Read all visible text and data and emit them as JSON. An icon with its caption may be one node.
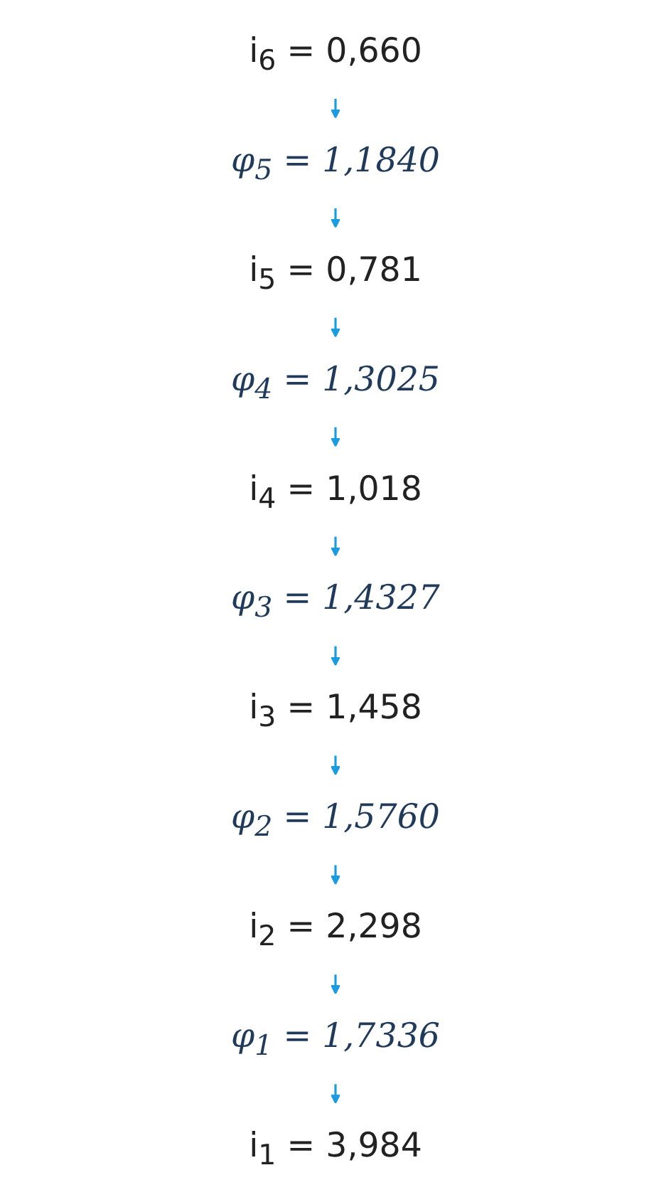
{
  "diagram": {
    "nodes": [
      {
        "text": [
          "i$_{6}$ = 0,660"
        ]
      },
      {
        "text": [
          "φ$_{5}$ = 1,1840"
        ]
      },
      {
        "text": [
          "i$_{5}$ = 0,781"
        ]
      },
      {
        "text": [
          "φ$_{4}$ = 1,3025"
        ]
      },
      {
        "text": [
          "i$_{4}$ = 1,018"
        ]
      },
      {
        "text": [
          "φ$_{3}$ = 1,4327"
        ]
      },
      {
        "text": [
          "i$_{3}$ = 1,458"
        ]
      },
      {
        "text": [
          "φ$_{2}$ = 1,5760"
        ]
      },
      {
        "text": [
          "i$_{2}$ = 2,298"
        ]
      },
      {
        "text": [
          "φ$_{1}$ = 1,7336"
        ]
      },
      {
        "text": [
          "i$_{1}$ = 3,984"
        ]
      }
    ],
    "edges": [
      {
        "from": 0,
        "to": 1,
        "arrow": "to"
      },
      {
        "from": 1,
        "to": 2,
        "arrow": "to"
      },
      {
        "from": 2,
        "to": 3,
        "arrow": "to"
      },
      {
        "from": 3,
        "to": 4,
        "arrow": "to"
      },
      {
        "from": 4,
        "to": 5,
        "arrow": "to"
      },
      {
        "from": 5,
        "to": 6,
        "arrow": "to"
      },
      {
        "from": 6,
        "to": 7,
        "arrow": "to"
      },
      {
        "from": 7,
        "to": 8,
        "arrow": "to"
      },
      {
        "from": 8,
        "to": 9,
        "arrow": "to"
      },
      {
        "from": 9,
        "to": 10,
        "arrow": "to"
      }
    ]
  }
}
